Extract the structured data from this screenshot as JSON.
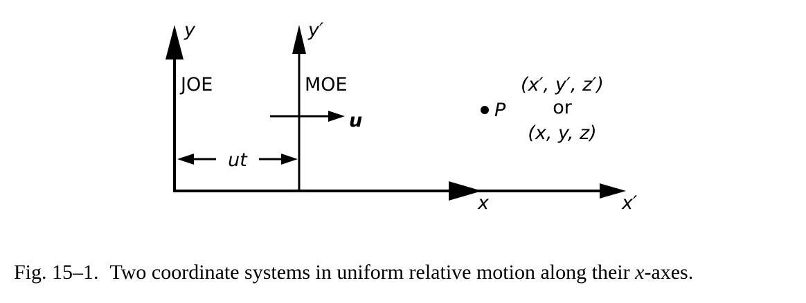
{
  "frames": {
    "joe": {
      "name": "JOE",
      "axis_x": "x",
      "axis_y": "y"
    },
    "moe": {
      "name": "MOE",
      "axis_x": "x′",
      "axis_y": "y′"
    }
  },
  "velocity_label": "u",
  "separation_label": "ut",
  "point": {
    "name": "P",
    "primed_coords": "(x′, y′, z′)",
    "connector": "or",
    "unprimed_coords": "(x, y, z)"
  },
  "caption": {
    "prefix": "Fig. 15–1.",
    "text_before": "Two coordinate systems in uniform relative motion along their ",
    "italic_word": "x",
    "text_after": "-axes."
  },
  "colors": {
    "ink": "#000000",
    "background": "#ffffff"
  }
}
